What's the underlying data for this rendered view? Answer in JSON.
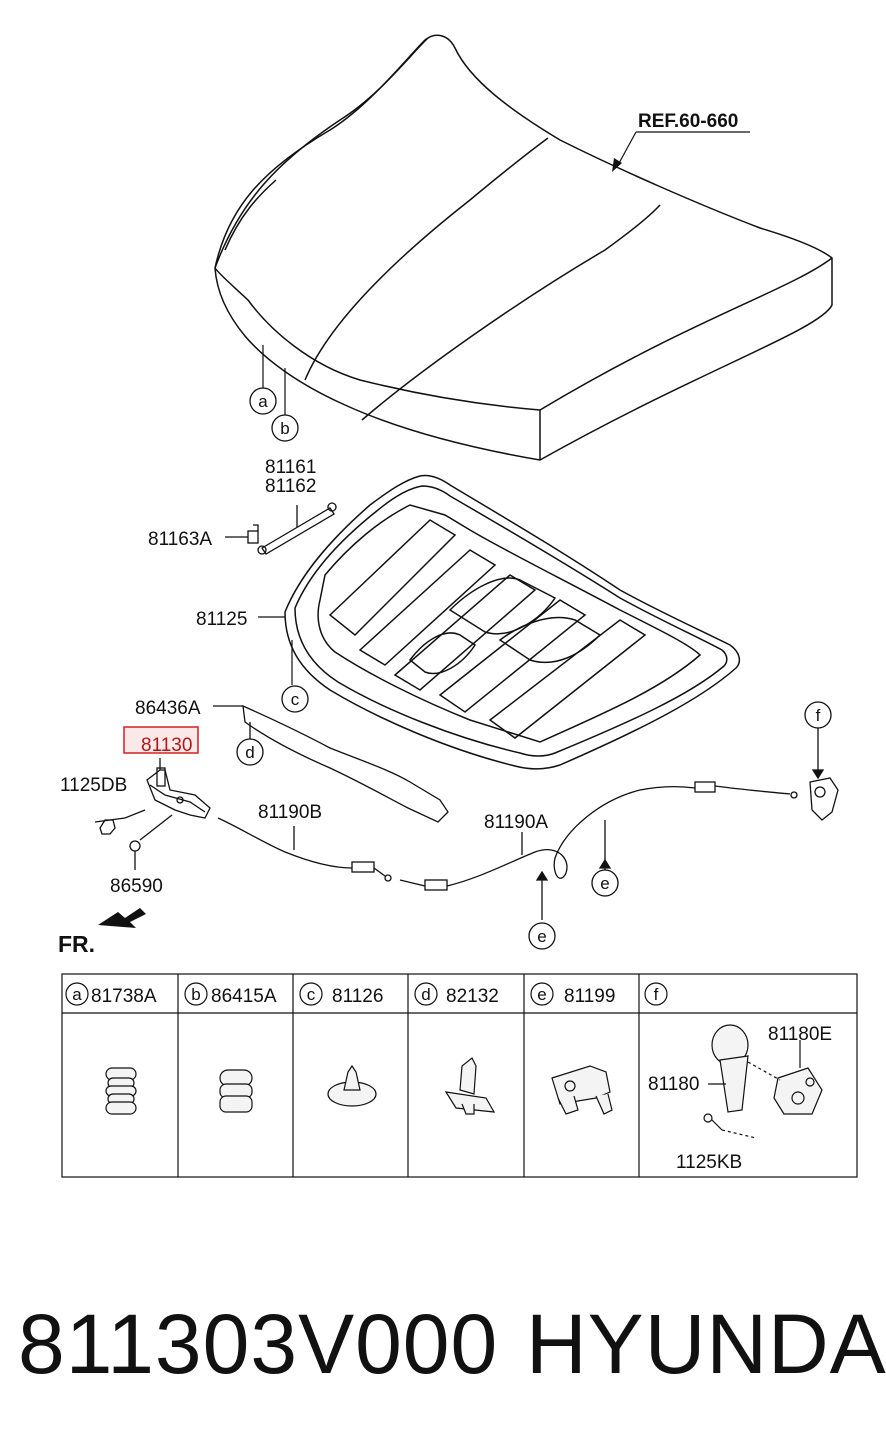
{
  "diagram": {
    "ref": "REF.60-660",
    "fr": "FR.",
    "labels": {
      "p81161": "81161",
      "p81162": "81162",
      "p81163A": "81163A",
      "p81125": "81125",
      "p86436A": "86436A",
      "p81130": "81130",
      "p1125DB": "1125DB",
      "p86590": "86590",
      "p81190B": "81190B",
      "p81190A": "81190A"
    },
    "callouts": {
      "a": "a",
      "b": "b",
      "c": "c",
      "d": "d",
      "e1": "e",
      "e2": "e",
      "f": "f"
    },
    "highlighted_part": "81130",
    "highlight_color": "#d42020"
  },
  "legend": {
    "columns": [
      {
        "letter": "a",
        "part": "81738A"
      },
      {
        "letter": "b",
        "part": "86415A"
      },
      {
        "letter": "c",
        "part": "81126"
      },
      {
        "letter": "d",
        "part": "82132"
      },
      {
        "letter": "e",
        "part": "81199"
      },
      {
        "letter": "f",
        "part": ""
      }
    ],
    "f_detail": {
      "p81180E": "81180E",
      "p81180": "81180",
      "p1125KB": "1125KB"
    }
  },
  "footer": {
    "part_number": "811303V000",
    "brand": "HYUNDAI"
  }
}
